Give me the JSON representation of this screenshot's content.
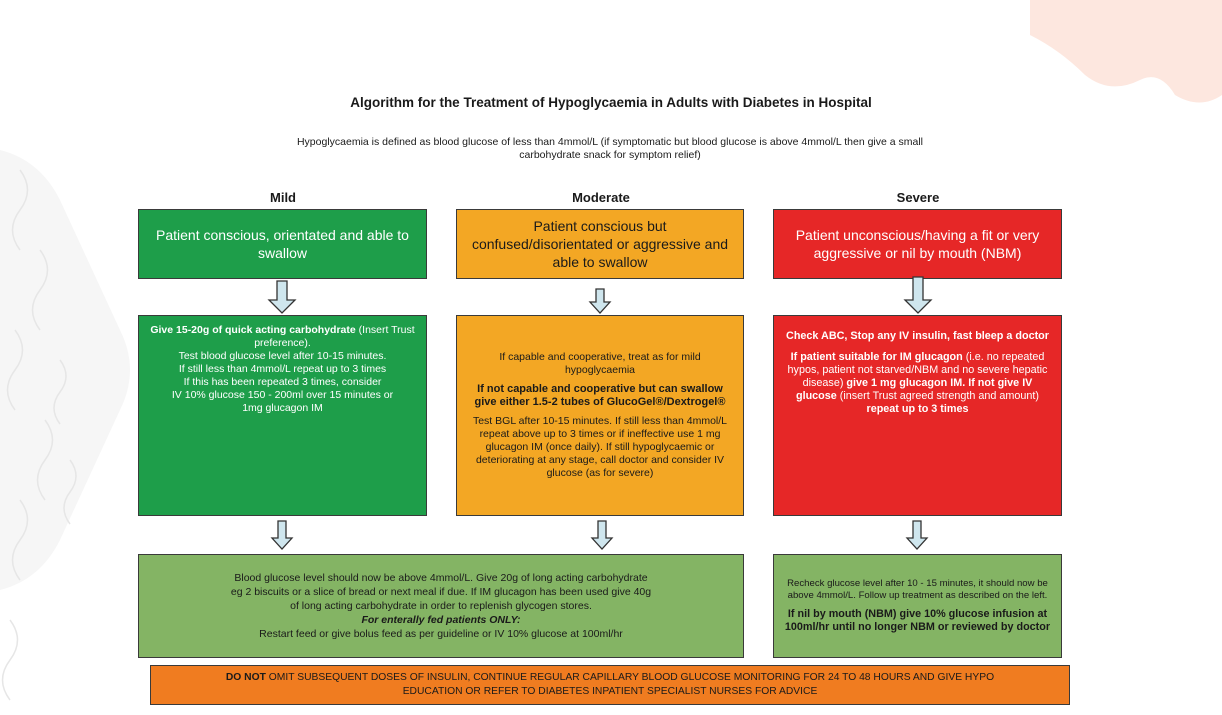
{
  "title": "Algorithm for the Treatment of Hypoglycaemia in Adults with Diabetes in Hospital",
  "subtitle": {
    "line1": "Hypoglycaemia is defined as blood glucose of less than 4mmol/L (if symptomatic but blood glucose is above 4mmol/L then give a small",
    "line2": "carbohydrate snack for symptom relief)"
  },
  "columns": {
    "mild": {
      "heading": "Mild",
      "top": "Patient conscious, orientated and able to swallow",
      "mid": {
        "bold1": "Give 15-20g of quick acting carbohydrate",
        "text1": " (Insert Trust preference).",
        "lines": [
          "Test blood glucose level after 10-15 minutes.",
          "If still less than 4mmol/L repeat up to 3 times",
          "If this has been repeated 3 times, consider",
          "IV 10% glucose 150 - 200ml over 15 minutes or",
          "1mg glucagon IM"
        ]
      }
    },
    "moderate": {
      "heading": "Moderate",
      "top": "Patient conscious but confused/disorientated or aggressive and able to swallow",
      "mid": {
        "text1": "If capable and cooperative, treat as for mild hypoglycaemia",
        "bold1": "If not capable and cooperative but can swallow give either 1.5-2 tubes of GlucoGel®/Dextrogel®",
        "text2": "Test BGL after 10-15 minutes. If still less than 4mmol/L repeat above up to 3 times or if ineffective use 1 mg glucagon IM (once daily). If still hypoglycaemic  or deteriorating at any stage, call doctor and consider IV glucose (as for severe)"
      }
    },
    "severe": {
      "heading": "Severe",
      "top": "Patient unconscious/having a fit or very aggressive or nil by mouth (NBM)",
      "mid": {
        "bold1": "Check ABC, Stop any IV insulin, fast bleep a doctor",
        "bold2": "If patient suitable for IM glucagon",
        "text2": " (i.e. no repeated hypos, patient not starved/NBM and no severe hepatic disease) ",
        "bold3": "give 1 mg glucagon IM.  If not give IV glucose",
        "text3": " (insert Trust agreed strength and amount) ",
        "bold4": "repeat up to 3 times"
      }
    }
  },
  "bottom_left": {
    "lines": [
      "Blood glucose level should now be above 4mmol/L. Give 20g of long acting carbohydrate",
      "eg 2 biscuits or a slice of bread or next meal if due. If IM glucagon has been used give 40g",
      "of long acting carbohydrate in order to replenish glycogen stores."
    ],
    "enteral_heading": "For enterally fed patients ONLY:",
    "enteral_text": "Restart feed or give bolus feed as per guideline or IV 10% glucose at 100ml/hr"
  },
  "bottom_right": {
    "text": "Recheck glucose level after 10 - 15 minutes, it should now be above 4mmol/L. Follow up treatment as described on the left.",
    "bold": "If nil by mouth (NBM) give 10% glucose infusion at 100ml/hr until no longer NBM or reviewed by doctor"
  },
  "footer": {
    "bold": "DO NOT",
    "text1": " OMIT SUBSEQUENT DOSES OF INSULIN, CONTINUE REGULAR CAPILLARY BLOOD GLUCOSE MONITORING FOR 24 TO 48 HOURS AND GIVE HYPO",
    "text2": "EDUCATION OR REFER TO DIABETES INPATIENT SPECIALIST NURSES FOR ADVICE"
  },
  "colors": {
    "mild": "#1e9e4a",
    "moderate": "#f3a724",
    "severe": "#e62727",
    "outcome": "#84b464",
    "footer": "#f07c20",
    "arrow_fill": "#cfe6ee"
  },
  "icons": {
    "flow_arrow": "down-arrow-icon"
  }
}
